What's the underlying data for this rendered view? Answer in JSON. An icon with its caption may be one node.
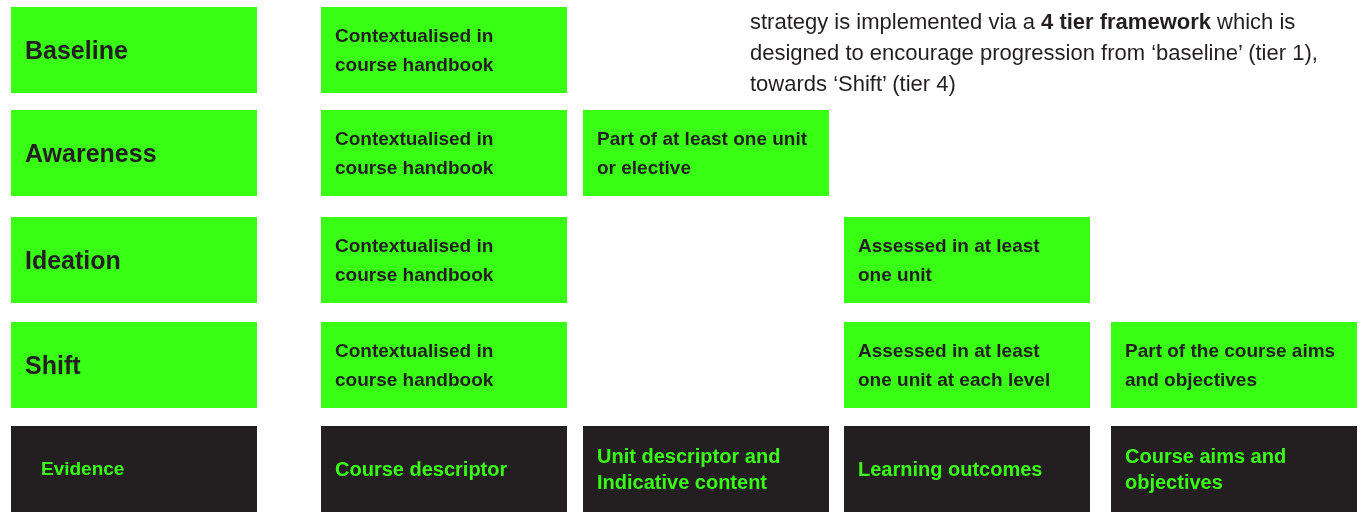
{
  "diagram": {
    "nodes": [
      {
        "text": [
          "Baseline"
        ]
      },
      {
        "text": [
          "Contextualised in course handbook"
        ]
      },
      {
        "text": [
          "Awareness"
        ]
      },
      {
        "text": [
          "Contextualised in course handbook"
        ]
      },
      {
        "text": [
          "Part of at least one unit or elective"
        ]
      },
      {
        "text": [
          "Ideation"
        ]
      },
      {
        "text": [
          "Contextualised in course handbook"
        ]
      },
      {
        "text": [
          "Assessed in at least one unit"
        ]
      },
      {
        "text": [
          "Shift"
        ]
      },
      {
        "text": [
          "Contextualised in course handbook"
        ]
      },
      {
        "text": [
          "Assessed in at least one unit at each level"
        ]
      },
      {
        "text": [
          "Part of the course aims and objectives"
        ]
      },
      {
        "text": [
          "Evidence"
        ]
      },
      {
        "text": [
          "Course descriptor"
        ]
      },
      {
        "text": [
          "Unit descriptor and Indicative content"
        ]
      },
      {
        "text": [
          "Learning outcomes"
        ]
      },
      {
        "text": [
          "Course aims and objectives"
        ]
      }
    ],
    "labels": [
      "strategy is implemented via a **4 tier framework** which is designed to encourage progression from ‘baseline’ (tier 1), towards ‘Shift’ (tier 4)"
    ]
  }
}
